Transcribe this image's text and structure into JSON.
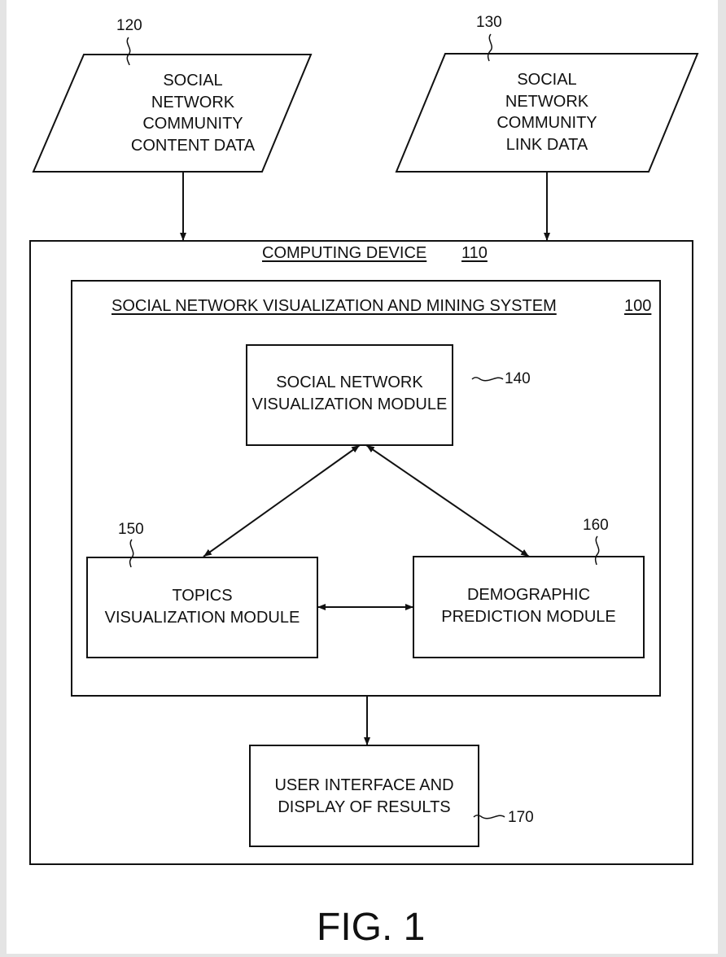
{
  "inputs": {
    "content_data": {
      "label": "SOCIAL\nNETWORK\nCOMMUNITY\nCONTENT DATA",
      "ref": "120"
    },
    "link_data": {
      "label": "SOCIAL\nNETWORK\nCOMMUNITY\nLINK DATA",
      "ref": "130"
    }
  },
  "computing_device": {
    "label": "COMPUTING DEVICE",
    "ref": "110"
  },
  "system": {
    "label": "SOCIAL NETWORK VISUALIZATION AND MINING SYSTEM",
    "ref": "100"
  },
  "modules": {
    "social_network_visualization": {
      "label": "SOCIAL NETWORK\nVISUALIZATION MODULE",
      "ref": "140"
    },
    "topics_visualization": {
      "label": "TOPICS\nVISUALIZATION MODULE",
      "ref": "150"
    },
    "demographic_prediction": {
      "label": "DEMOGRAPHIC\nPREDICTION MODULE",
      "ref": "160"
    }
  },
  "output": {
    "label": "USER INTERFACE AND\nDISPLAY OF RESULTS",
    "ref": "170"
  },
  "figure_caption": "FIG. 1"
}
